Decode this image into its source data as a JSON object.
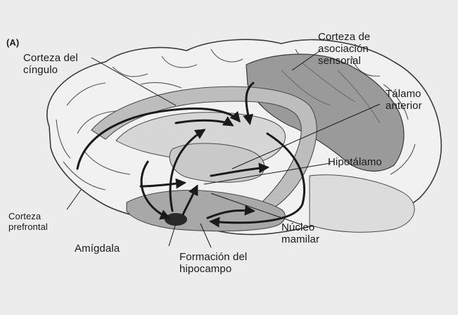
{
  "panel_label": "(A)",
  "labels": {
    "corteza_cingulo": "Corteza del\ncíngulo",
    "corteza_asociacion": "Corteza de\nasociación\nsensorial",
    "talamo_anterior": "Tálamo\nanterior",
    "hipotalamo": "Hipotálamo",
    "corteza_prefrontal": "Corteza\nprefrontal",
    "amigdala": "Amígdala",
    "nucleo_mamilar": "Núcleo\nmamilar",
    "formacion_hipocampo": "Formación del\nhipocampo"
  }
}
